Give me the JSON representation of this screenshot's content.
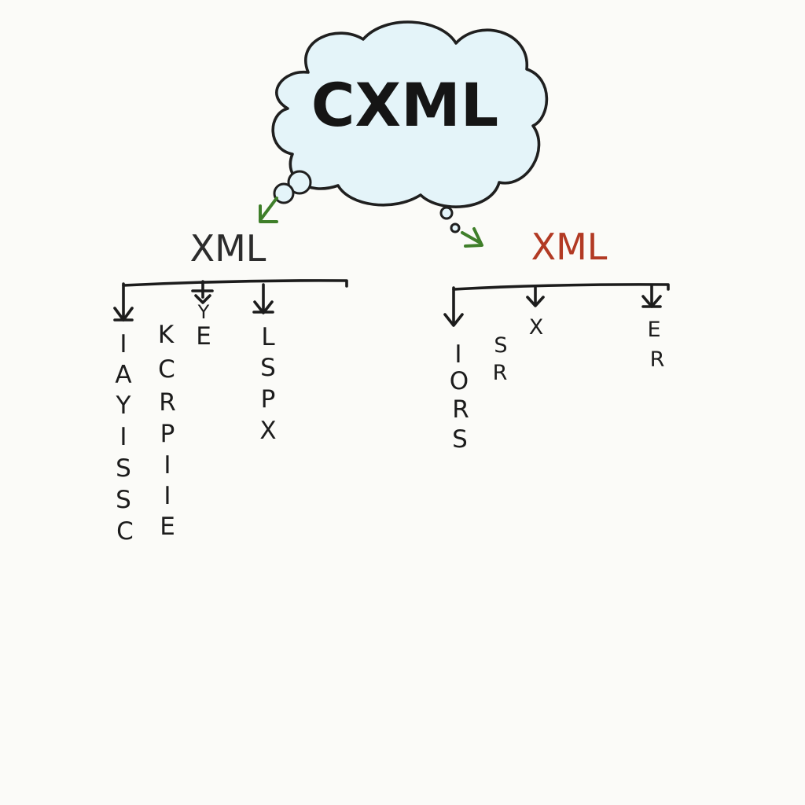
{
  "cloud": {
    "label": "CXML",
    "fill_color": "#e4f4f9"
  },
  "left_tree": {
    "title": "XML",
    "title_color": "#2c2c2c",
    "arrow_color": "#3f7f2a",
    "columns": [
      {
        "header": "",
        "letters": [
          "I",
          "A",
          "Y",
          "I",
          "S",
          "S",
          "C"
        ]
      },
      {
        "header": "",
        "letters": [
          "K",
          "C",
          "R",
          "P",
          "I",
          "I",
          "E"
        ]
      },
      {
        "header": "Y",
        "letters": [
          "E"
        ]
      },
      {
        "header": "",
        "letters": [
          "L",
          "S",
          "P",
          "X"
        ]
      }
    ]
  },
  "right_tree": {
    "title": "XML",
    "title_color": "#b23a24",
    "arrow_color": "#3f7f2a",
    "columns": [
      {
        "letters": [
          "I",
          "O",
          "R",
          "S"
        ]
      },
      {
        "letters": [
          "S",
          "R"
        ]
      },
      {
        "letters": [
          "X"
        ]
      },
      {
        "letters": [
          "E",
          "R"
        ]
      }
    ]
  }
}
